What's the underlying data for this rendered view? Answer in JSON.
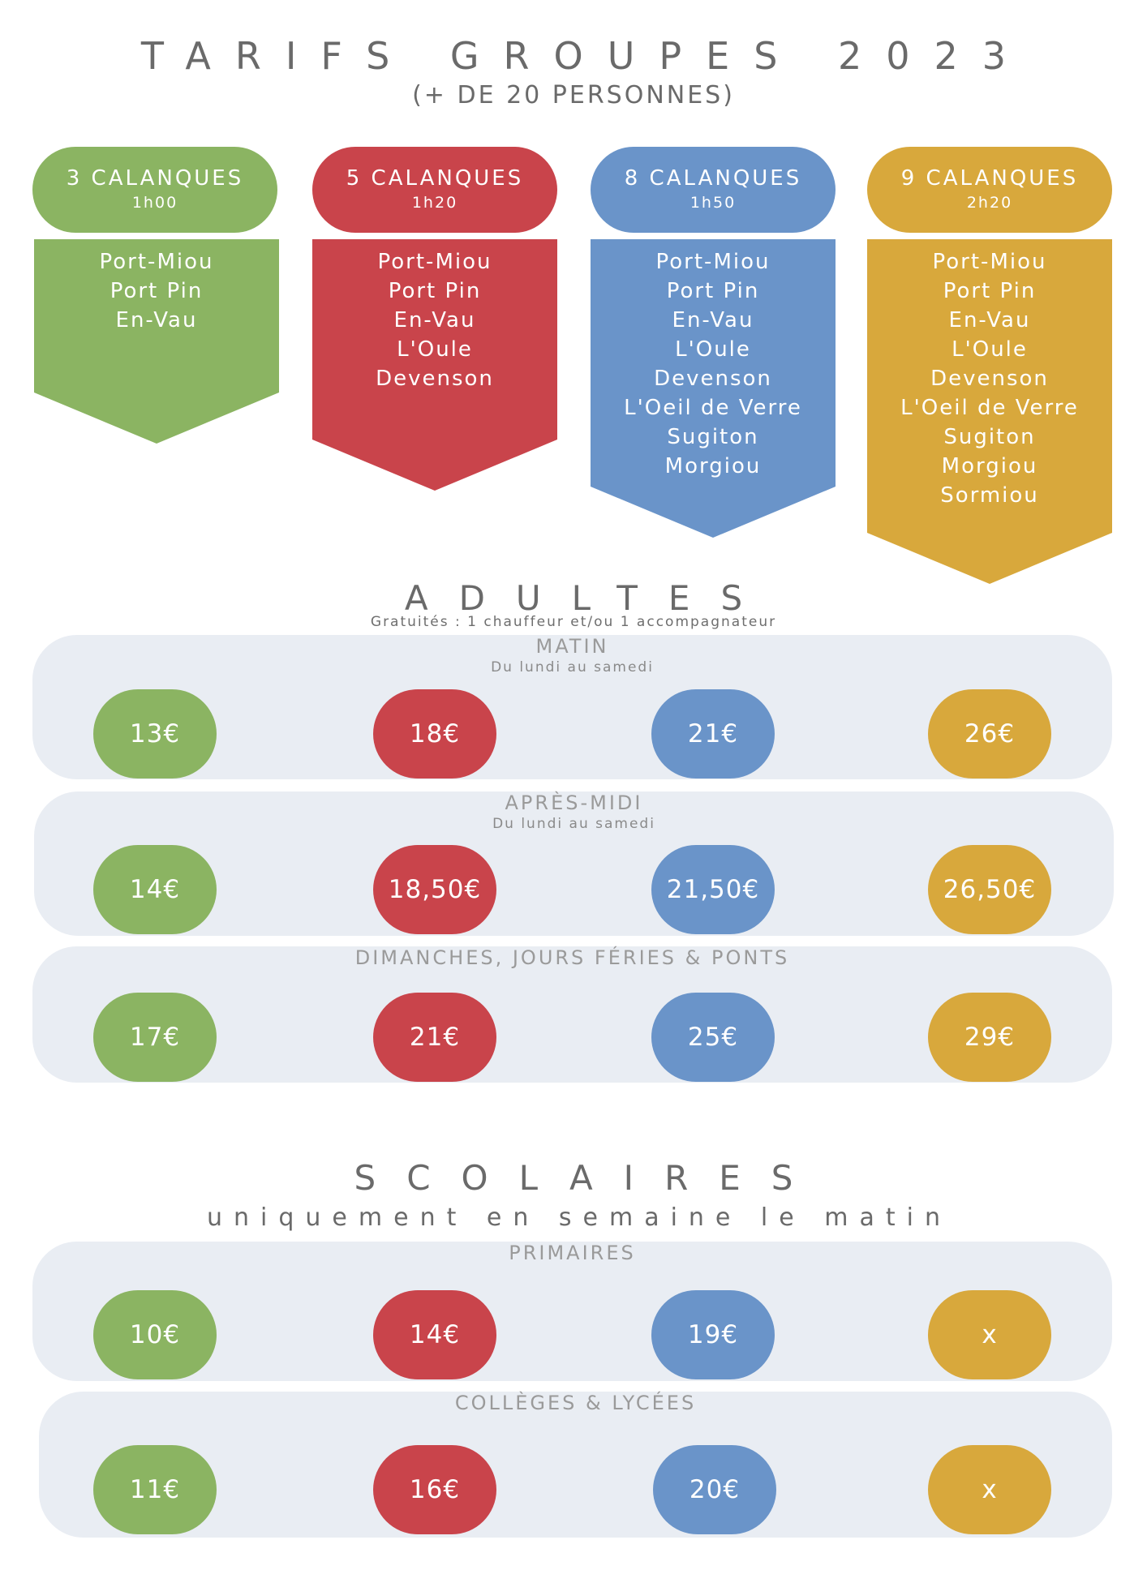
{
  "header": {
    "title": "TARIFS GROUPES 2023",
    "subtitle": "(+ DE 20 PERSONNES)"
  },
  "colors": {
    "green": "#8bb462",
    "red": "#c9444b",
    "blue": "#6a94c9",
    "gold": "#d8a83c",
    "panel": "#e9edf3"
  },
  "tours": [
    {
      "name": "3 CALANQUES",
      "duration": "1h00",
      "stops": [
        "Port-Miou",
        "Port Pin",
        "En-Vau"
      ]
    },
    {
      "name": "5 CALANQUES",
      "duration": "1h20",
      "stops": [
        "Port-Miou",
        "Port Pin",
        "En-Vau",
        "L'Oule",
        "Devenson"
      ]
    },
    {
      "name": "8 CALANQUES",
      "duration": "1h50",
      "stops": [
        "Port-Miou",
        "Port Pin",
        "En-Vau",
        "L'Oule",
        "Devenson",
        "L'Oeil de Verre",
        "Sugiton",
        "Morgiou"
      ]
    },
    {
      "name": "9 CALANQUES",
      "duration": "2h20",
      "stops": [
        "Port-Miou",
        "Port Pin",
        "En-Vau",
        "L'Oule",
        "Devenson",
        "L'Oeil de Verre",
        "Sugiton",
        "Morgiou",
        "Sormiou"
      ]
    }
  ],
  "adults": {
    "title": "ADULTES",
    "note": "Gratuités : 1 chauffeur et/ou 1 accompagnateur",
    "rows": [
      {
        "label": "MATIN",
        "sub": "Du lundi au samedi",
        "prices": [
          "13€",
          "18€",
          "21€",
          "26€"
        ]
      },
      {
        "label": "APRÈS-MIDI",
        "sub": "Du lundi au samedi",
        "prices": [
          "14€",
          "18,50€",
          "21,50€",
          "26,50€"
        ]
      },
      {
        "label": "DIMANCHES, JOURS FÉRIES & PONTS",
        "sub": "",
        "prices": [
          "17€",
          "21€",
          "25€",
          "29€"
        ]
      }
    ]
  },
  "schools": {
    "title": "SCOLAIRES",
    "note": "uniquement en semaine le matin",
    "rows": [
      {
        "label": "PRIMAIRES",
        "prices": [
          "10€",
          "14€",
          "19€",
          "x"
        ]
      },
      {
        "label": "COLLÈGES & LYCÉES",
        "prices": [
          "11€",
          "16€",
          "20€",
          "x"
        ]
      }
    ]
  }
}
